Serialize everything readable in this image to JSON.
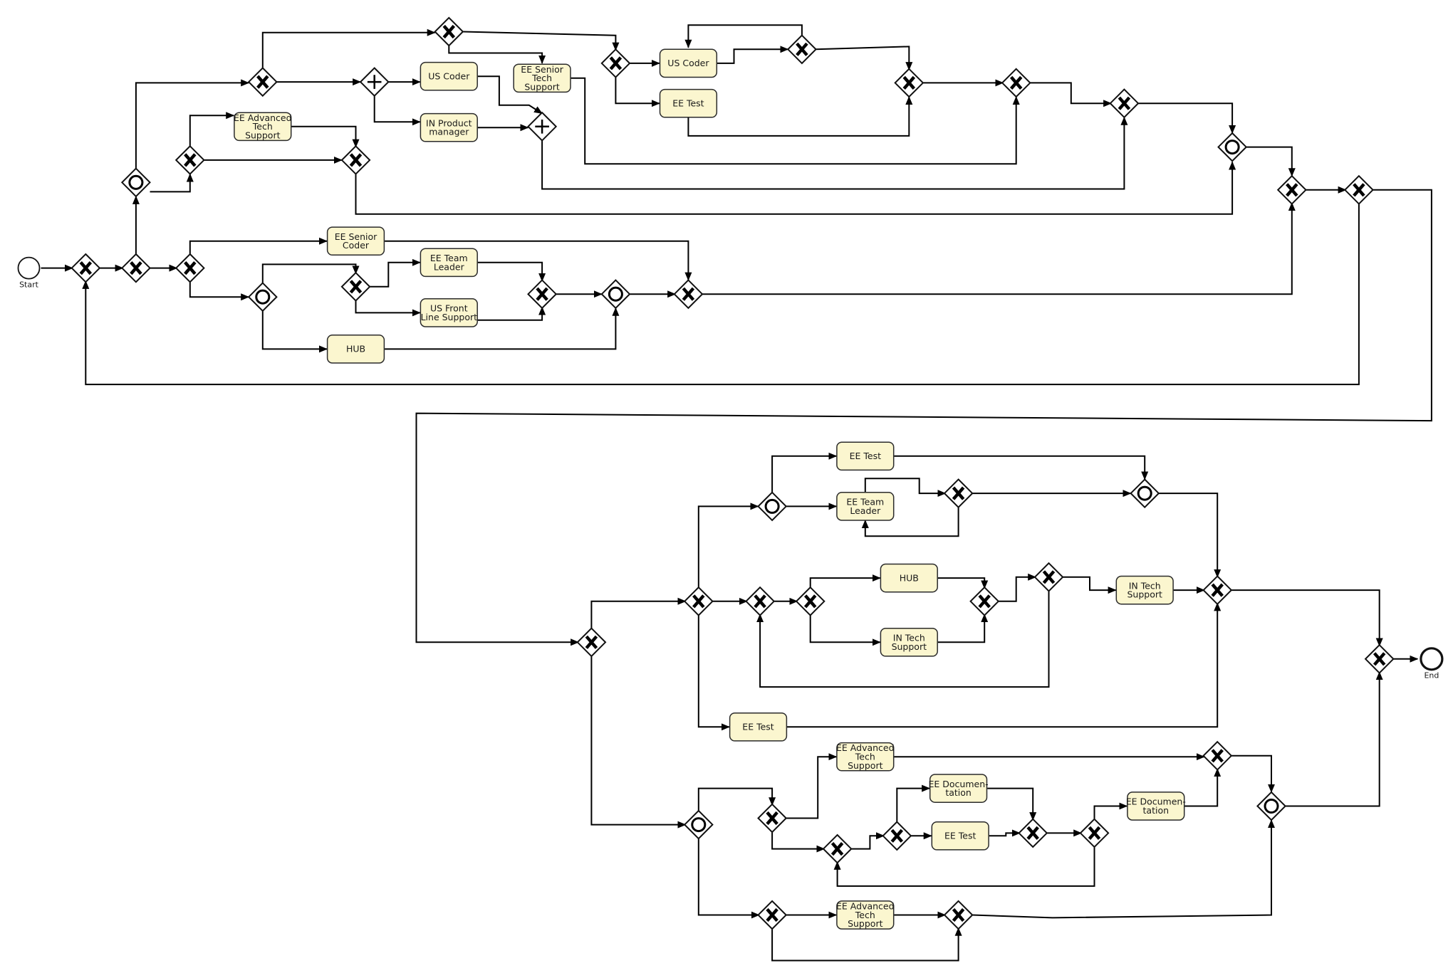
{
  "events": {
    "start": "Start",
    "end": "End"
  },
  "tasks": [
    {
      "id": "t1",
      "label": [
        "EE Advanced",
        "Tech",
        "Support"
      ]
    },
    {
      "id": "t2",
      "label": [
        "US Coder"
      ]
    },
    {
      "id": "t3",
      "label": [
        "IN Product",
        "manager"
      ]
    },
    {
      "id": "t4",
      "label": [
        "EE Senior",
        "Tech",
        "Support"
      ]
    },
    {
      "id": "t5",
      "label": [
        "US Coder"
      ]
    },
    {
      "id": "t6",
      "label": [
        "EE Test"
      ]
    },
    {
      "id": "t7",
      "label": [
        "EE Senior",
        "Coder"
      ]
    },
    {
      "id": "t8",
      "label": [
        "EE Team",
        "Leader"
      ]
    },
    {
      "id": "t9",
      "label": [
        "US Front",
        "Line Support"
      ]
    },
    {
      "id": "t10",
      "label": [
        "HUB"
      ]
    },
    {
      "id": "t11",
      "label": [
        "EE Test"
      ]
    },
    {
      "id": "t12",
      "label": [
        "EE Team",
        "Leader"
      ]
    },
    {
      "id": "t13",
      "label": [
        "HUB"
      ]
    },
    {
      "id": "t14",
      "label": [
        "IN Tech",
        "Support"
      ]
    },
    {
      "id": "t15",
      "label": [
        "IN Tech",
        "Support"
      ]
    },
    {
      "id": "t16",
      "label": [
        "EE Test"
      ]
    },
    {
      "id": "t17",
      "label": [
        "EE Advanced",
        "Tech",
        "Support"
      ]
    },
    {
      "id": "t18",
      "label": [
        "EE Documen-",
        "tation"
      ]
    },
    {
      "id": "t19",
      "label": [
        "EE Test"
      ]
    },
    {
      "id": "t20",
      "label": [
        "EE Documen-",
        "tation"
      ]
    },
    {
      "id": "t21",
      "label": [
        "EE Advanced",
        "Tech",
        "Support"
      ]
    }
  ],
  "gateway_types": {
    "x": "exclusive",
    "o": "inclusive",
    "p": "parallel"
  }
}
